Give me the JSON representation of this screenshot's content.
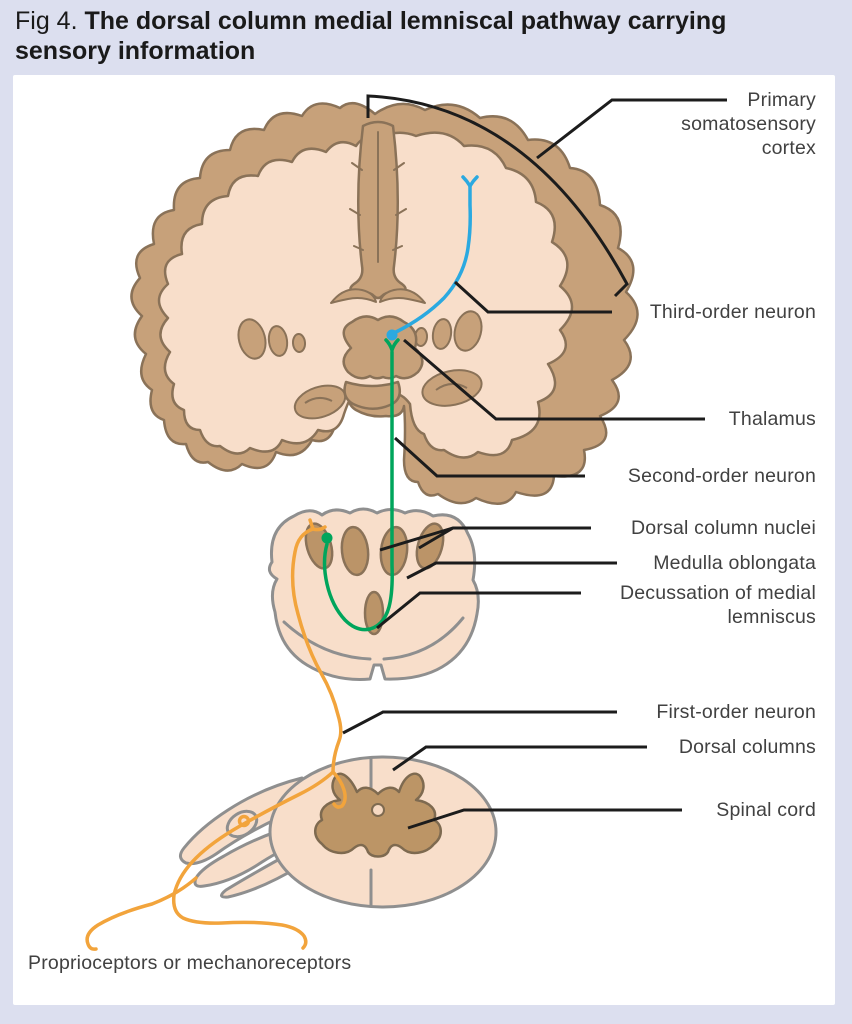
{
  "title": {
    "prefix": "Fig 4.",
    "main": "The dorsal column medial lemniscal pathway carrying sensory information"
  },
  "annotations": {
    "primary_cortex": "Primary somatosensory cortex",
    "third_order": "Third-order neuron",
    "thalamus": "Thalamus",
    "second_order": "Second-order neuron",
    "dorsal_column_nuclei": "Dorsal column nuclei",
    "medulla_oblongata": "Medulla oblongata",
    "decussation": "Decussation of medial lemniscus",
    "first_order": "First-order neuron",
    "dorsal_columns": "Dorsal columns",
    "spinal_cord": "Spinal cord",
    "receptors": "Proprioceptors or mechanoreceptors"
  },
  "colors": {
    "background": "#DCDFEF",
    "panel": "#FFFFFF",
    "first_order_pathway": "#F2A43C",
    "second_order_pathway": "#00A55C",
    "third_order_pathway": "#2BA9E0",
    "cortex_tan": "#C7A17A",
    "inner_peach": "#F8DECA",
    "nuclei_tan": "#BB9468",
    "outline_brown": "#8A7258",
    "outline_gray": "#8F8F8F",
    "pointer_black": "#1C1C1C",
    "label_text": "#414141"
  }
}
